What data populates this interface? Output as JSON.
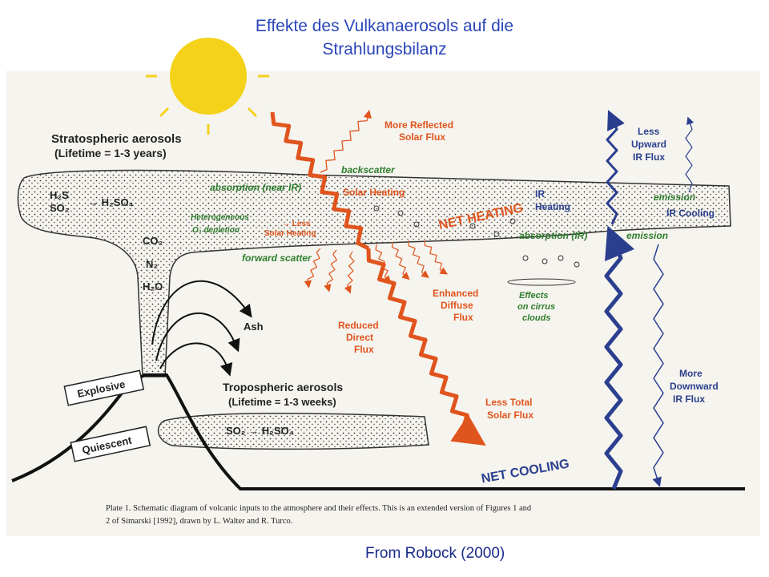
{
  "slide": {
    "title_line1": "Effekte des Vulkanaerosols auf die",
    "title_line2": "Strahlungsbilanz",
    "credit": "From Robock (2000)"
  },
  "diagram": {
    "strat_title": "Stratospheric aerosols",
    "strat_lifetime": "(Lifetime = 1-3 years)",
    "h2s": "H₂S",
    "so2": "SO₂",
    "h2so4": "→ H₂SO₄",
    "co2": "CO₂",
    "n2": "N₂",
    "h2o": "H₂O",
    "ash": "Ash",
    "explosive": "Explosive",
    "quiescent": "Quiescent",
    "trop_title": "Tropospheric aerosols",
    "trop_lifetime": "(Lifetime = 1-3 weeks)",
    "trop_reaction": "SO₂ → H₂SO₄",
    "backscatter": "backscatter",
    "absorption_nearir": "absorption (near IR)",
    "solar_heating": "Solar Heating",
    "heterogeneous": "Heterogeneous",
    "less": "→ Less",
    "o3_depletion": "O₃ depletion",
    "less_solar_heating": "Solar Heating",
    "forward_scatter": "forward scatter",
    "more_reflected_1": "More Reflected",
    "more_reflected_2": "Solar Flux",
    "net_heating": "NET HEATING",
    "ir_heating_1": "IR",
    "ir_heating_2": "Heating",
    "absorption_ir": "absorption (IR)",
    "emission_top": "emission",
    "ir_cooling": "IR Cooling",
    "emission_bottom": "emission",
    "less_upward_1": "Less",
    "less_upward_2": "Upward",
    "less_upward_3": "IR Flux",
    "effects_1": "Effects",
    "effects_2": "on cirrus",
    "effects_3": "clouds",
    "enhanced_1": "Enhanced",
    "enhanced_2": "Diffuse",
    "enhanced_3": "Flux",
    "reduced_1": "Reduced",
    "reduced_2": "Direct",
    "reduced_3": "Flux",
    "less_total_1": "Less Total",
    "less_total_2": "Solar Flux",
    "net_cooling": "NET COOLING",
    "more_downward_1": "More",
    "more_downward_2": "Downward",
    "more_downward_3": "IR Flux",
    "caption_line1": "Plate 1.   Schematic diagram of volcanic inputs to the atmosphere and their effects. This is an extended version of Figures 1 and",
    "caption_line2": "2 of Simarski [1992], drawn by L. Walter and R. Turco."
  },
  "colors": {
    "title": "#2b46b8",
    "orange": "#e0541d",
    "blue": "#2a3f8f",
    "green": "#2e7d2e",
    "sun": "#f5d21a"
  }
}
